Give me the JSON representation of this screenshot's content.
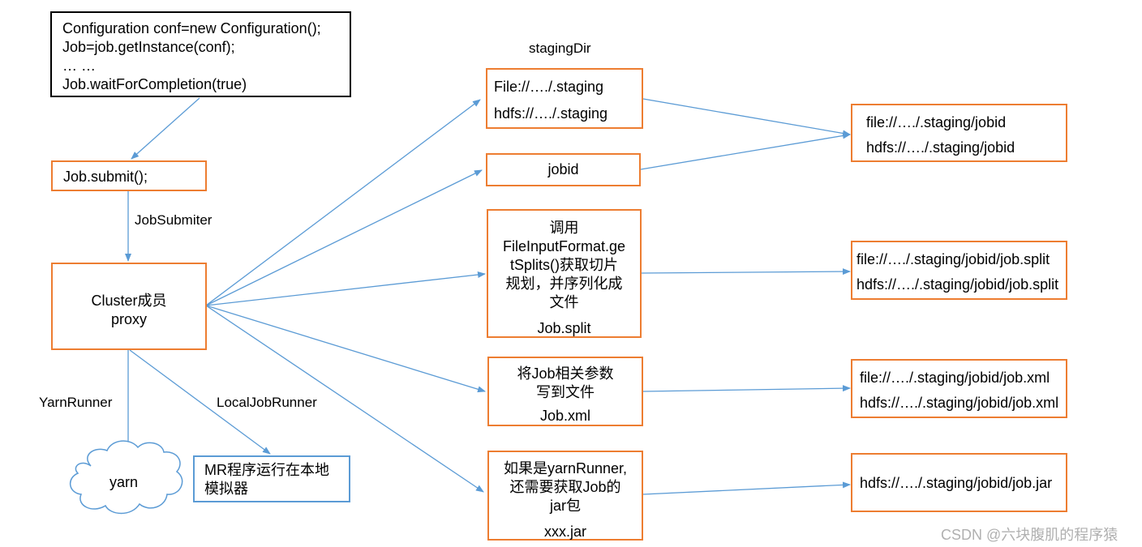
{
  "code_box": {
    "lines": [
      "Configuration conf=new Configuration();",
      "Job=job.getInstance(conf);",
      "… …",
      "Job.waitForCompletion(true)"
    ]
  },
  "submit_box": {
    "text": "Job.submit();"
  },
  "job_submitter_label": "JobSubmiter",
  "cluster_box": {
    "line1": "Cluster成员",
    "line2": "proxy"
  },
  "yarn_runner_label": "YarnRunner",
  "local_job_runner_label": "LocalJobRunner",
  "yarn_cloud": {
    "text": "yarn"
  },
  "mr_box": {
    "line1": "MR程序运行在本地",
    "line2": "模拟器"
  },
  "staging_dir_label": "stagingDir",
  "staging_box": {
    "line1": "File://…./.staging",
    "line2": "hdfs://…./.staging"
  },
  "jobid_box": {
    "text": "jobid"
  },
  "split_box": {
    "lines": [
      "调用",
      "FileInputFormat.ge",
      "tSplits()获取切片",
      "规划，并序列化成",
      "文件"
    ],
    "footer": "Job.split"
  },
  "xml_box": {
    "lines": [
      "将Job相关参数",
      "写到文件"
    ],
    "footer": "Job.xml"
  },
  "jar_box": {
    "lines": [
      "如果是yarnRunner,",
      "还需要获取Job的",
      "jar包"
    ],
    "footer": "xxx.jar"
  },
  "out_jobid_box": {
    "line1": "file://…./.staging/jobid",
    "line2": "hdfs://…./.staging/jobid"
  },
  "out_split_box": {
    "line1": "file://…./.staging/jobid/job.split",
    "line2": "hdfs://…./.staging/jobid/job.split"
  },
  "out_xml_box": {
    "line1": "file://…./.staging/jobid/job.xml",
    "line2": "hdfs://…./.staging/jobid/job.xml"
  },
  "out_jar_box": {
    "line1": "hdfs://…./.staging/jobid/job.jar"
  },
  "watermark": "CSDN @六块腹肌的程序猿",
  "colors": {
    "box_border": "#ED7D31",
    "arrow": "#5B9BD5",
    "local_box_border": "#5B9BD5"
  }
}
